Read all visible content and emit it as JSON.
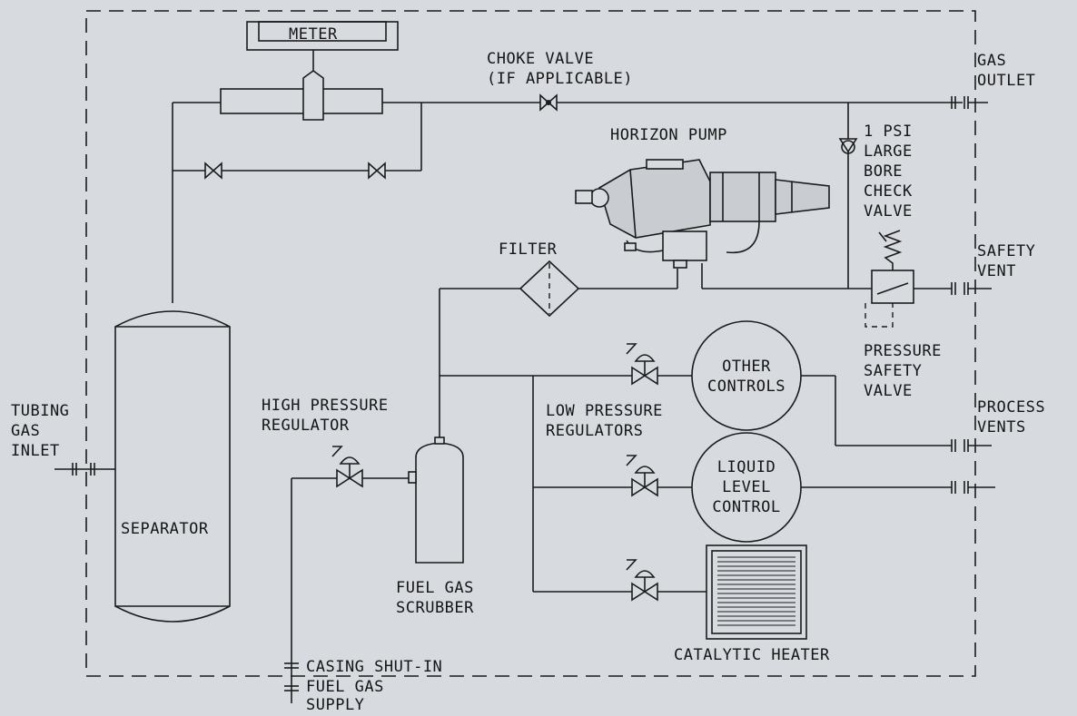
{
  "labels": {
    "meter": "METER",
    "choke_valve": "CHOKE VALVE\n(IF APPLICABLE)",
    "gas_outlet": "GAS\nOUTLET",
    "horizon_pump": "HORIZON PUMP",
    "check_valve": "1 PSI\nLARGE\nBORE\nCHECK\nVALVE",
    "filter": "FILTER",
    "safety_vent": "SAFETY\nVENT",
    "pressure_safety_valve": "PRESSURE\nSAFETY\nVALVE",
    "other_controls": "OTHER\nCONTROLS",
    "process_vents": "PROCESS\nVENTS",
    "tubing_gas_inlet": "TUBING\nGAS\nINLET",
    "high_pressure_regulator": "HIGH PRESSURE\nREGULATOR",
    "low_pressure_regulators": "LOW PRESSURE\nREGULATORS",
    "liquid_level_control": "LIQUID\nLEVEL\nCONTROL",
    "separator": "SEPARATOR",
    "fuel_gas_scrubber": "FUEL GAS\nSCRUBBER",
    "catalytic_heater": "CATALYTIC HEATER",
    "casing_shut_in": "CASING SHUT-IN",
    "fuel_gas_supply": "FUEL GAS\nSUPPLY"
  },
  "colors": {
    "background": "#d7dbe0",
    "line": "#1b1b1b",
    "pump_body": "#cfd3d8"
  }
}
